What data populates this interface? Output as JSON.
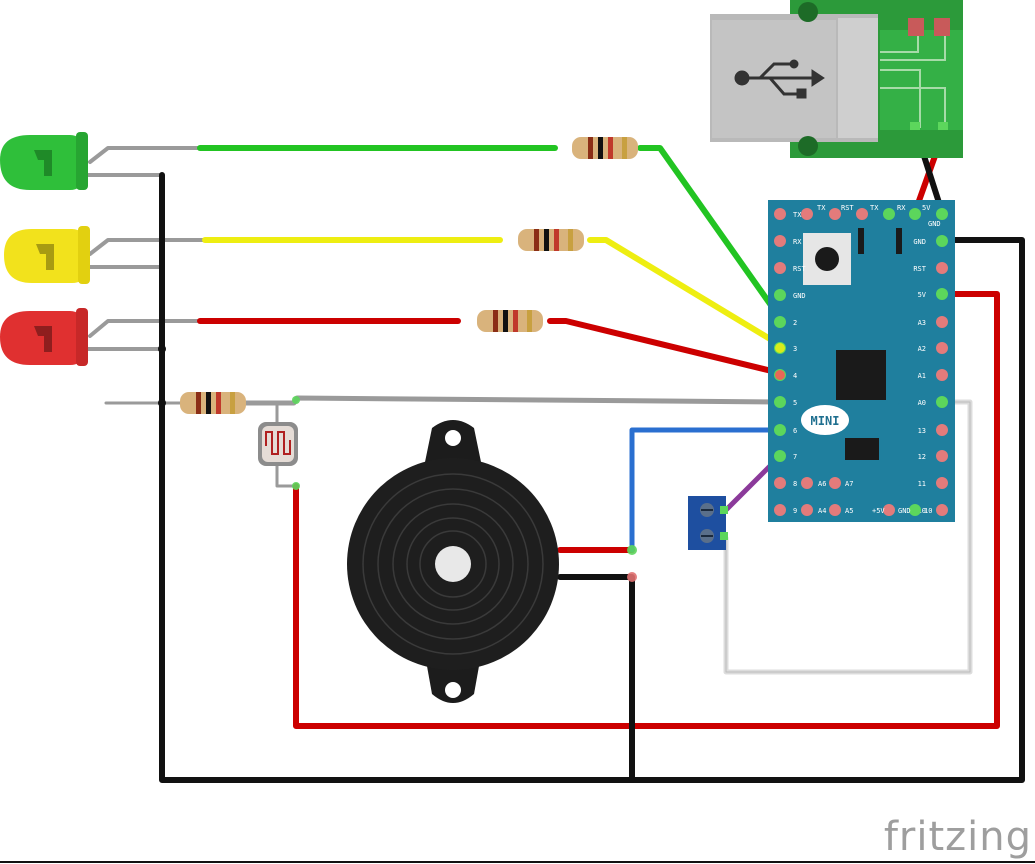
{
  "diagram": {
    "board_label": "MINI",
    "brand": "fritzing",
    "board_pins_left": [
      "TX",
      "RX",
      "RST",
      "GND",
      "2",
      "3",
      "4",
      "5",
      "6",
      "7",
      "8",
      "9"
    ],
    "board_pins_right": [
      "GND",
      "RST",
      "5V",
      "A3",
      "A2",
      "A1",
      "A0",
      "13",
      "12",
      "11",
      "10"
    ],
    "board_pins_top": [
      "TX",
      "RST",
      "TX",
      "RX",
      "5V",
      "GND"
    ],
    "board_pins_bottom": [
      "A6",
      "A7",
      "A4",
      "A5",
      "+5V",
      "GND",
      "10"
    ],
    "components": {
      "leds": [
        {
          "color": "green",
          "hex": "#2fbf3a"
        },
        {
          "color": "yellow",
          "hex": "#f2e21c"
        },
        {
          "color": "red",
          "hex": "#e03030"
        }
      ],
      "resistor_count": 4,
      "photoresistor": true,
      "buzzer": true,
      "usb_connector": true,
      "screw_terminal": true
    },
    "wire_colors": {
      "green": "#22c422",
      "yellow": "#eeee11",
      "red": "#cc0000",
      "black": "#111111",
      "gray": "#9a9a9a",
      "blue": "#2a6fd0",
      "purple": "#8b3a9a",
      "white": "#dddddd"
    }
  }
}
